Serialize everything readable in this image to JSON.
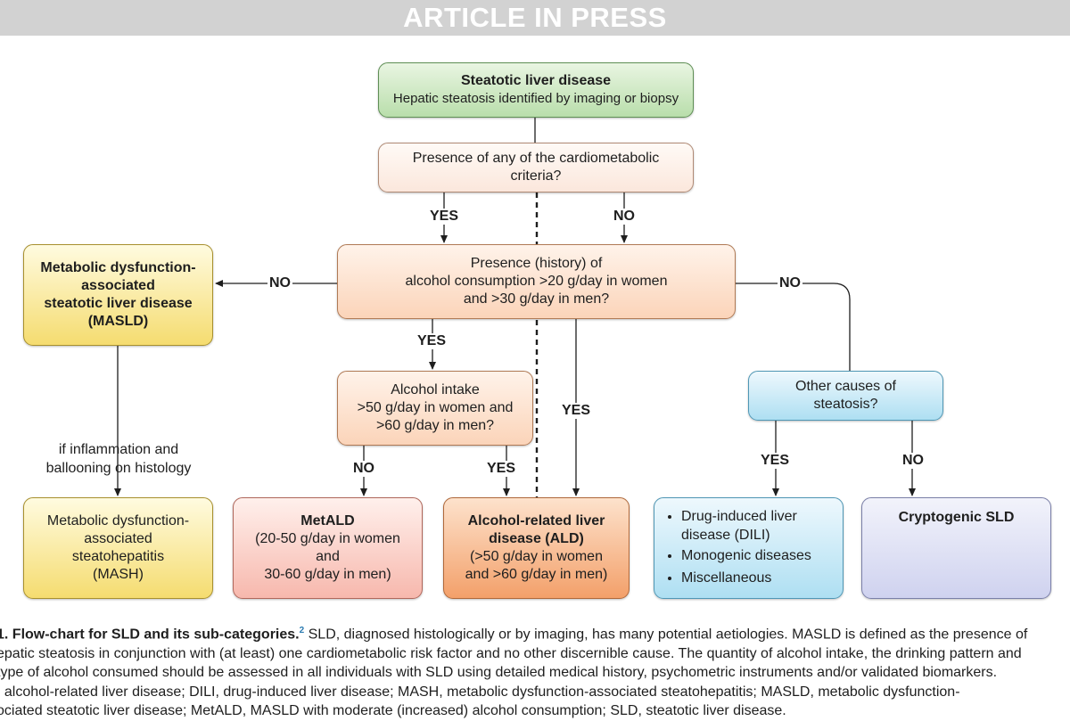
{
  "banner": "ARTICLE IN PRESS",
  "nodes": {
    "sld_title": "Steatotic liver disease",
    "sld_sub": "Hepatic steatosis identified by imaging or biopsy",
    "cardio_q": "Presence of any of the cardiometabolic criteria?",
    "alcohol_q": [
      "Presence (history) of",
      "alcohol consumption >20 g/day in women",
      "and >30 g/day in men?"
    ],
    "masld": [
      "Metabolic dysfunction-",
      "associated",
      "steatotic liver disease",
      "(MASLD)"
    ],
    "intake_q": [
      "Alcohol intake",
      ">50 g/day in women and",
      ">60 g/day in men?"
    ],
    "other_q": [
      "Other causes of",
      "steatosis?"
    ],
    "inflammation_note": [
      "if inflammation and",
      "ballooning on histology"
    ],
    "mash": [
      "Metabolic dysfunction-",
      "associated",
      "steatohepatitis",
      "(MASH)"
    ],
    "metald_title": "MetALD",
    "metald_sub": [
      "(20-50 g/day in women",
      "and",
      "30-60 g/day in men)"
    ],
    "ald_title": [
      "Alcohol-related liver",
      "disease (ALD)"
    ],
    "ald_sub": [
      "(>50 g/day in women",
      "and >60 g/day in men)"
    ],
    "other_causes": [
      "Drug-induced liver disease (DILI)",
      "Monogenic diseases",
      "Miscellaneous"
    ],
    "cryptogenic": "Cryptogenic SLD"
  },
  "edge_labels": {
    "yes": "YES",
    "no": "NO"
  },
  "caption": {
    "lead": "1.  Flow-chart for SLD and its sub-categories.",
    "ref": "2",
    "lines": [
      " SLD, diagnosed histologically or by imaging, has many potential aetiologies. MASLD is defined as the presence of",
      "epatic steatosis in conjunction with (at least) one cardiometabolic risk factor and no other discernible cause. The quantity of alcohol intake, the drinking pattern and",
      "type of alcohol consumed should be assessed in all individuals with SLD using detailed medical history, psychometric instruments and/or validated biomarkers.",
      ", alcohol-related liver disease; DILI, drug-induced liver disease; MASH, metabolic dysfunction-associated steatohepatitis; MASLD, metabolic dysfunction-",
      "ociated steatotic liver disease; MetALD, MASLD with moderate (increased) alcohol consumption; SLD, steatotic liver disease."
    ]
  }
}
